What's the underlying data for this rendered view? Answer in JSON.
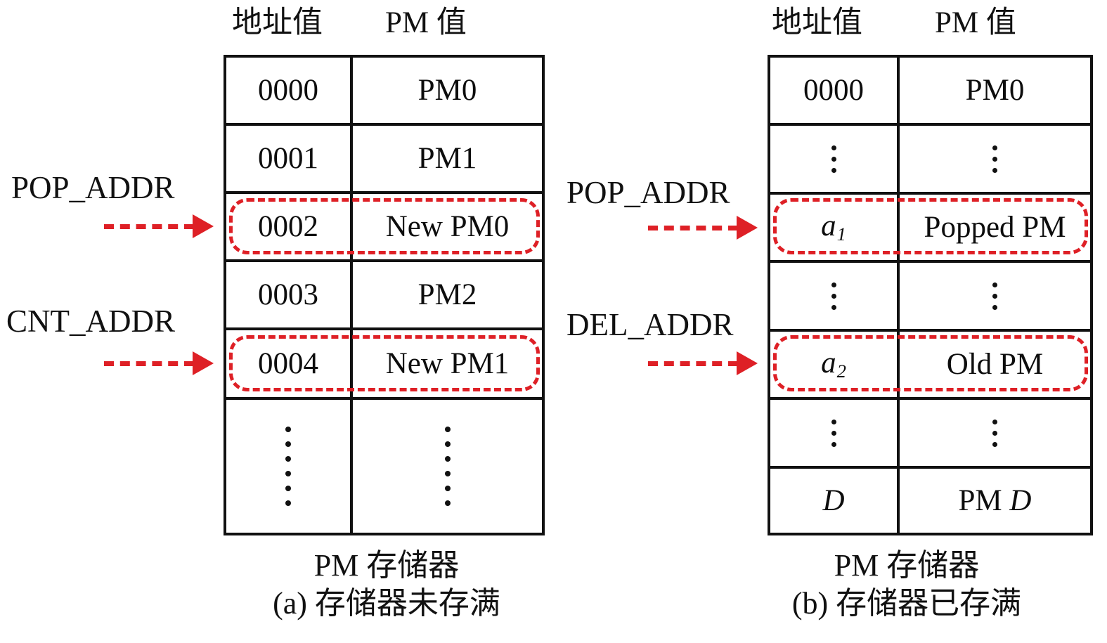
{
  "figure": {
    "accent_color": "#de2026",
    "line_color": "#111111",
    "ellipsis_glyph": "⋮"
  },
  "panels": [
    {
      "id": "a",
      "headers": {
        "address": "地址值",
        "value": "PM 值"
      },
      "rows": [
        {
          "address": "0000",
          "value": "PM0",
          "highlight": false,
          "ellipsis": false
        },
        {
          "address": "0001",
          "value": "PM1",
          "highlight": false,
          "ellipsis": false
        },
        {
          "address": "0002",
          "value": "New PM0",
          "highlight": true,
          "ellipsis": false
        },
        {
          "address": "0003",
          "value": "PM2",
          "highlight": false,
          "ellipsis": false
        },
        {
          "address": "0004",
          "value": "New PM1",
          "highlight": true,
          "ellipsis": false
        },
        {
          "address": "",
          "value": "",
          "highlight": false,
          "ellipsis": true
        }
      ],
      "pointers": [
        {
          "label": "POP_ADDR",
          "target_row": 2
        },
        {
          "label": "CNT_ADDR",
          "target_row": 4
        }
      ],
      "caption_line1": "PM 存储器",
      "caption_line2": "(a) 存储器未存满"
    },
    {
      "id": "b",
      "headers": {
        "address": "地址值",
        "value": "PM 值"
      },
      "rows": [
        {
          "address": "0000",
          "value": "PM0",
          "highlight": false,
          "ellipsis": false
        },
        {
          "address": "",
          "value": "",
          "highlight": false,
          "ellipsis": true
        },
        {
          "address": "a",
          "address_sub": "1",
          "address_italic": true,
          "value": "Popped PM",
          "highlight": true,
          "ellipsis": false
        },
        {
          "address": "",
          "value": "",
          "highlight": false,
          "ellipsis": true
        },
        {
          "address": "a",
          "address_sub": "2",
          "address_italic": true,
          "value": "Old PM",
          "highlight": true,
          "ellipsis": false
        },
        {
          "address": "",
          "value": "",
          "highlight": false,
          "ellipsis": true
        },
        {
          "address": "D",
          "address_italic": true,
          "value": "PM D",
          "value_italic_tail": "D",
          "highlight": false,
          "ellipsis": false
        }
      ],
      "pointers": [
        {
          "label": "POP_ADDR",
          "target_row": 2
        },
        {
          "label": "DEL_ADDR",
          "target_row": 4
        }
      ],
      "caption_line1": "PM 存储器",
      "caption_line2": "(b) 存储器已存满"
    }
  ]
}
